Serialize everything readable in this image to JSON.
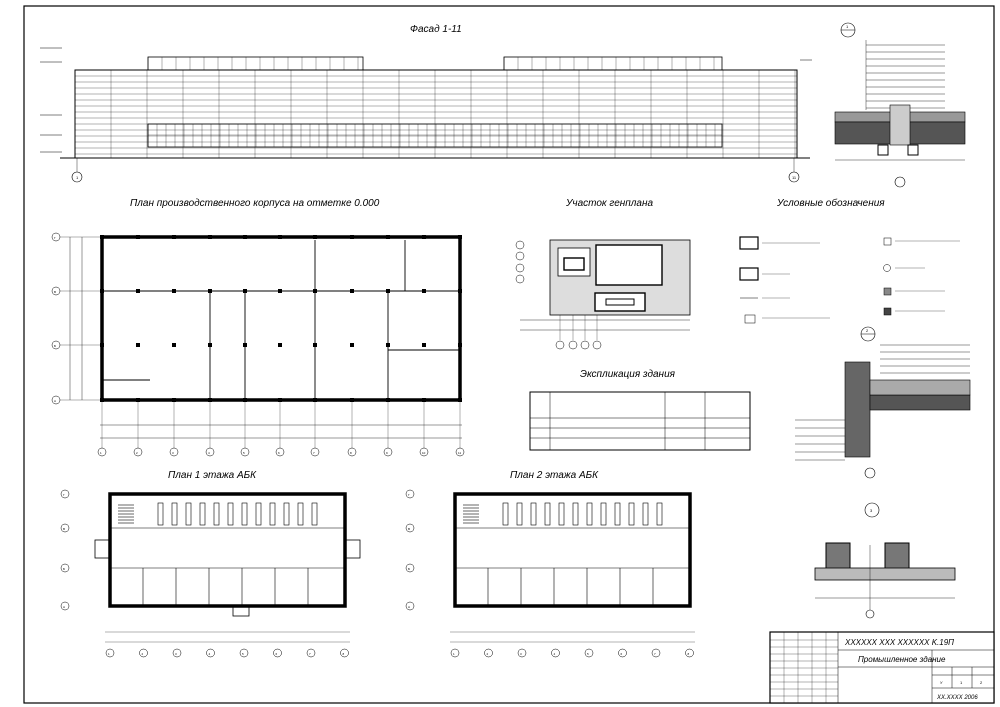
{
  "sheet": {
    "facade_title": "Фасад 1-11",
    "plan_title": "План производственного  корпуса  на отметке  0.000",
    "site_title": "Участок генплана",
    "legend_title": "Условные обозначения",
    "explication_title": "Экспликация здания",
    "abk1_title": "План 1 этажа АБК",
    "abk2_title": "План 2 этажа АБК"
  },
  "stamp": {
    "code": "XXXXXX  XXX  XXXXXX  K.19П",
    "project": "Промышленное здание",
    "author": "XX.XXXX 2006",
    "sheet_labels": [
      "У",
      "1",
      "2"
    ]
  },
  "axes": {
    "facade": [
      "1",
      "11"
    ],
    "plan_numbers": [
      "1",
      "2",
      "3",
      "4",
      "5",
      "6",
      "7",
      "8",
      "9",
      "10",
      "11"
    ],
    "plan_letters": [
      "А",
      "Б",
      "В",
      "Г"
    ],
    "abk_numbers": [
      "1",
      "2",
      "3",
      "4",
      "5",
      "6",
      "7",
      "8"
    ],
    "abk_letters": [
      "А",
      "Б",
      "В",
      "Г"
    ],
    "detail_markers": [
      "1",
      "2",
      "3"
    ]
  }
}
